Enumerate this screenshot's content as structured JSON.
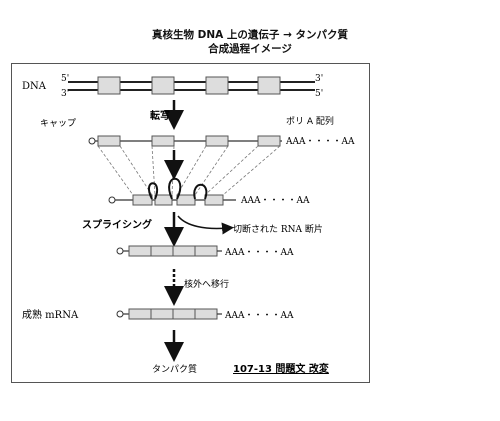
{
  "title_line1": "真核生物 DNA 上の遺伝子 → タンパク質",
  "title_line2": "合成過程イメージ",
  "labels": {
    "dna": "DNA",
    "five_prime": "5'",
    "three_prime": "3'",
    "transcription": "転写",
    "cap": "キャップ",
    "poly_a": "ポリ A 配列",
    "poly_a_tail": "AAA・・・・AA",
    "splicing": "スプライシング",
    "cut_fragments": "切断された RNA 断片",
    "nuclear_export": "核外へ移行",
    "mature_mrna": "成熟 mRNA",
    "protein": "タンパク質",
    "source": "107-13 問題文 改変"
  }
}
